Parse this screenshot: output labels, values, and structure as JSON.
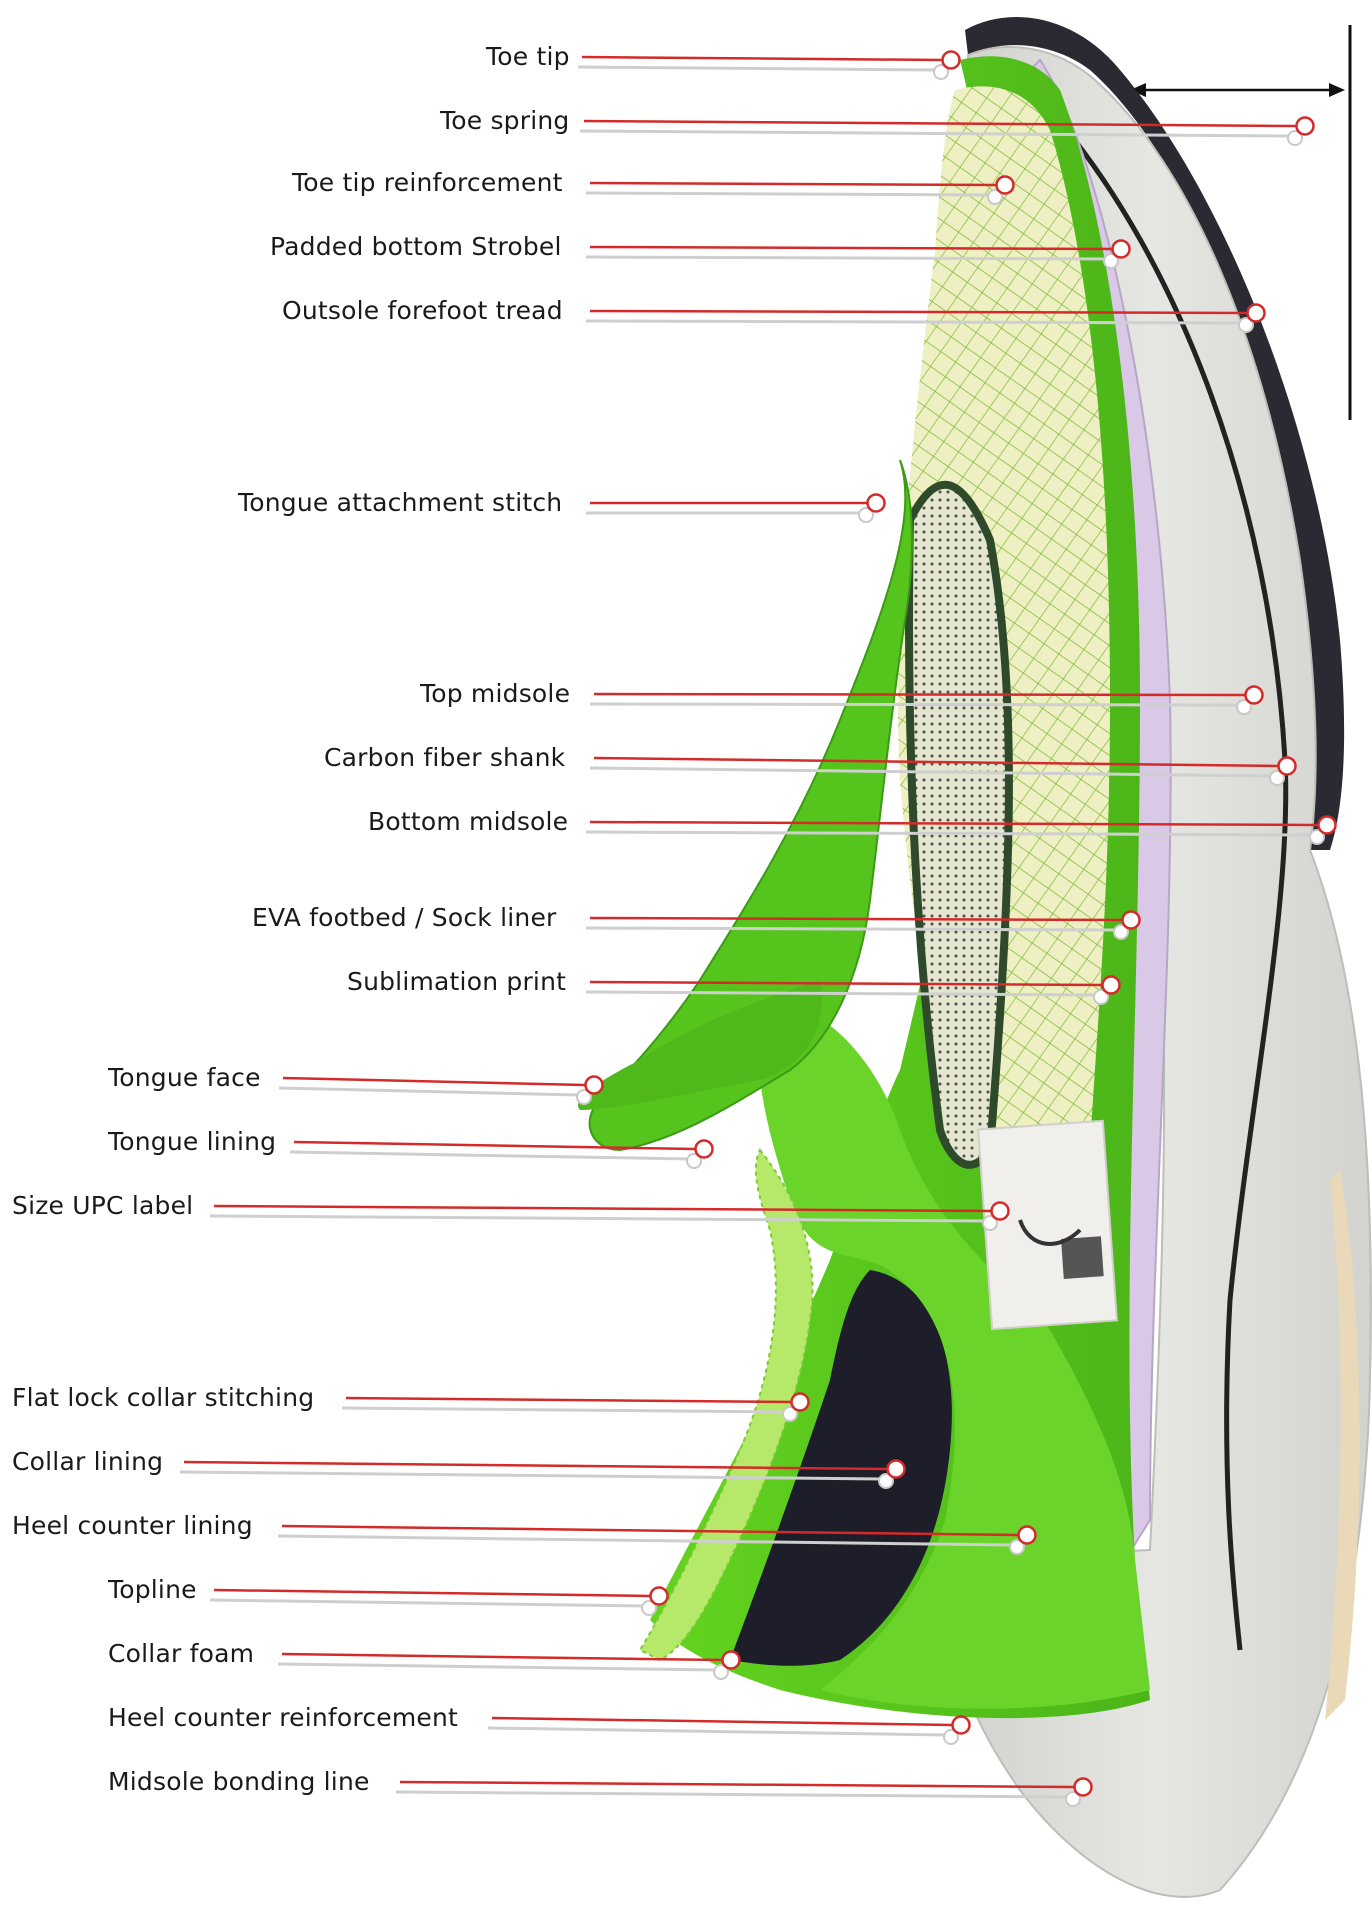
{
  "callouts": [
    {
      "label": "Toe tip"
    },
    {
      "label": "Toe spring"
    },
    {
      "label": "Toe tip reinforcement"
    },
    {
      "label": "Padded bottom Strobel"
    },
    {
      "label": "Outsole forefoot tread"
    },
    {
      "label": "Tongue attachment stitch"
    },
    {
      "label": "Top midsole"
    },
    {
      "label": "Carbon fiber shank"
    },
    {
      "label": "Bottom midsole"
    },
    {
      "label": "EVA footbed / Sock liner"
    },
    {
      "label": "Sublimation print"
    },
    {
      "label": "Tongue face"
    },
    {
      "label": "Tongue lining"
    },
    {
      "label": "Size UPC label"
    },
    {
      "label": "Flat lock collar stitching"
    },
    {
      "label": "Collar lining"
    },
    {
      "label": "Heel counter lining"
    },
    {
      "label": "Topline"
    },
    {
      "label": "Collar foam"
    },
    {
      "label": "Heel counter reinforcement"
    },
    {
      "label": "Midsole bonding line"
    }
  ],
  "colors": {
    "leader_line": "#d42a2a",
    "upper_green": "#5fcf1e",
    "upper_green_dark": "#3c9a16",
    "midsole_gray": "#d9dad6",
    "outsole_black": "#2a2a32",
    "collar_dark": "#1e1e2a",
    "insole_lavender": "#d9c8e6"
  }
}
